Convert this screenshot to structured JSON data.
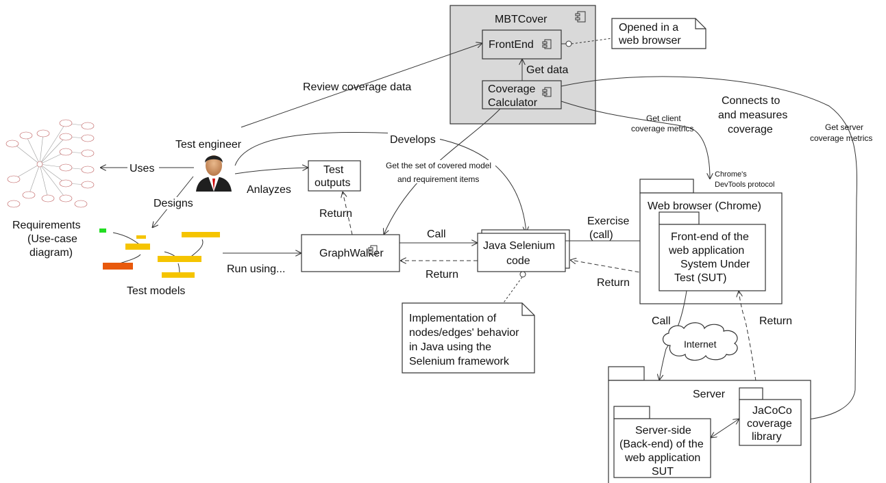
{
  "mbtcover": {
    "title": "MBTCover",
    "frontend": "FrontEnd",
    "coverage_line1": "Coverage",
    "coverage_line2": "Calculator",
    "get_data": "Get data"
  },
  "notes": {
    "browser_line1": "Opened in a",
    "browser_line2": "web browser",
    "impl_line1": "Implementation of",
    "impl_line2": "nodes/edges' behavior",
    "impl_line3": "in Java using the",
    "impl_line4": "Selenium framework"
  },
  "labels": {
    "review": "Review coverage data",
    "connects_line1": "Connects to",
    "connects_line2": "and measures",
    "connects_line3": "coverage",
    "client_metrics_line1": "Get client",
    "client_metrics_line2": "coverage metrics",
    "server_metrics_line1": "Get server",
    "server_metrics_line2": "coverage metrics",
    "test_engineer": "Test engineer",
    "develops": "Develops",
    "uses": "Uses",
    "designs": "Designs",
    "anlayzes": "Anlayzes",
    "covered_line1": "Get the set of covered model",
    "covered_line2": "and requirement items",
    "chrome_line1": "Chrome's",
    "chrome_line2": "DevTools protocol",
    "return_outputs": "Return",
    "call_selenium": "Call",
    "return_gw": "Return",
    "exercise_line1": "Exercise",
    "exercise_line2": "(call)",
    "return_browser": "Return",
    "run_using": "Run using...",
    "call_internet": "Call",
    "return_server": "Return"
  },
  "boxes": {
    "test_outputs_line1": "Test",
    "test_outputs_line2": "outputs",
    "graphwalker": "GraphWalker",
    "selenium_line1": "Java Selenium",
    "selenium_line2": "code",
    "web_browser": "Web browser (Chrome)",
    "frontend_line1": "Front-end of the",
    "frontend_line2": "web application",
    "frontend_line3": "System Under",
    "frontend_line4": "Test (SUT)",
    "internet": "Internet",
    "server": "Server",
    "jacoco_line1": "JaCoCo",
    "jacoco_line2": "coverage",
    "jacoco_line3": "library",
    "backend_line1": "Server-side",
    "backend_line2": "(Back-end) of the",
    "backend_line3": "web application",
    "backend_line4": "SUT"
  },
  "captions": {
    "req_line1": "Requirements",
    "req_line2": "(Use-case",
    "req_line3": "diagram)",
    "test_models": "Test models"
  }
}
